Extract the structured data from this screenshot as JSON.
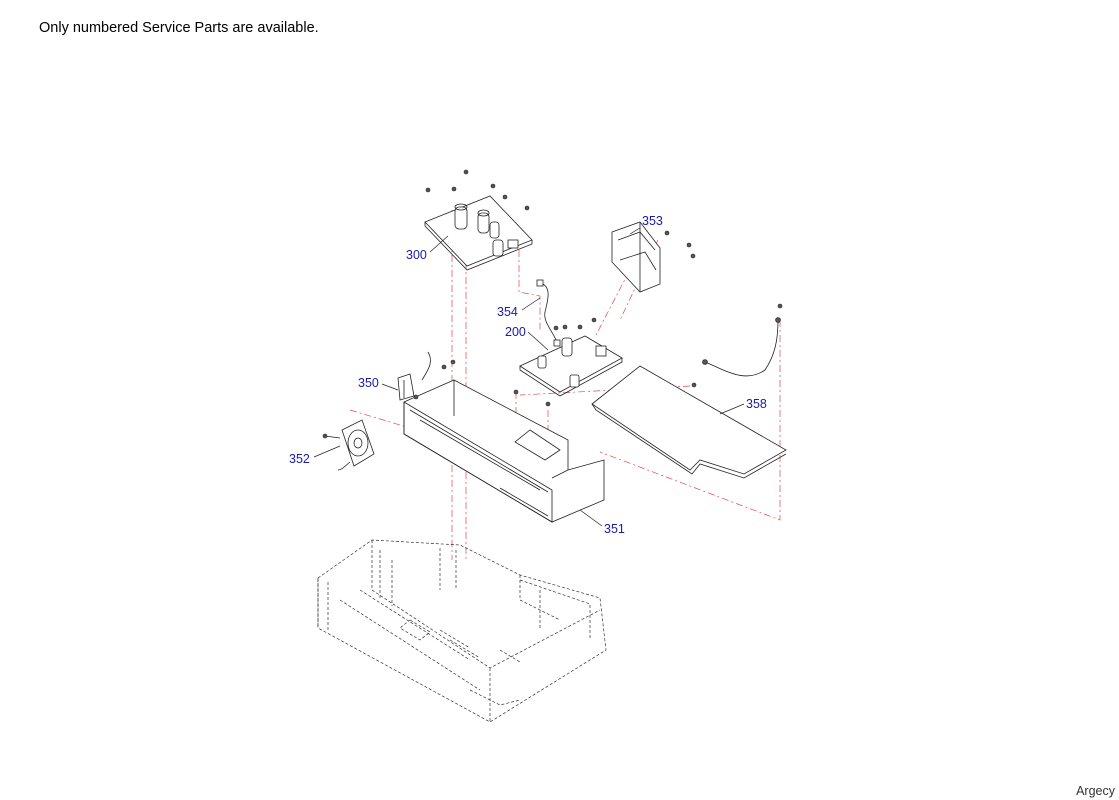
{
  "page": {
    "note": "Only numbered Service Parts are available.",
    "brand": "Argecy"
  },
  "callouts": {
    "c300": "300",
    "c353": "353",
    "c354": "354",
    "c200": "200",
    "c350": "350",
    "c358": "358",
    "c352": "352",
    "c351": "351"
  }
}
